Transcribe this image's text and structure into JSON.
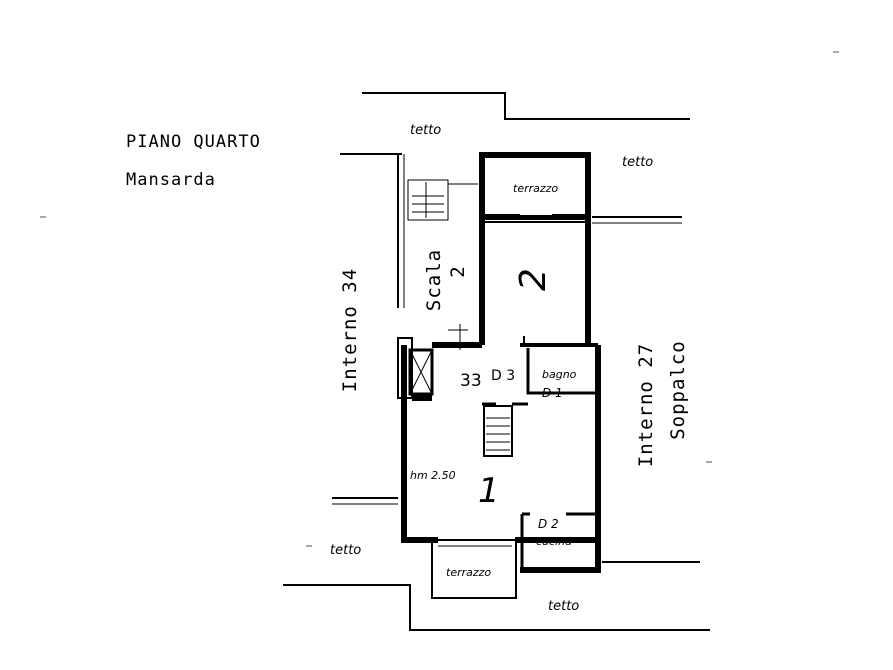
{
  "header": {
    "floor_title": "PIANO QUARTO",
    "floor_subtitle": "Mansarda"
  },
  "labels": {
    "interno_left": "Interno 34",
    "scala_line1": "Scala",
    "scala_line2": "2",
    "interno_right": "Interno 27",
    "soppalco": "Soppalco",
    "tetto_top_left": "tetto",
    "tetto_top_right": "tetto",
    "tetto_bottom_left": "tetto",
    "tetto_bottom_right": "tetto",
    "terrazzo_top": "terrazzo",
    "terrazzo_bottom": "terrazzo",
    "room_2": "2",
    "room_1": "1",
    "unit_number": "33",
    "door_d3": "D 3",
    "bagno": "bagno",
    "door_d1": "D 1",
    "cucina_code": "D 2",
    "cucina": "cucina",
    "height": "hm 2.50"
  },
  "colors": {
    "ink": "#000000",
    "paper": "#ffffff"
  }
}
